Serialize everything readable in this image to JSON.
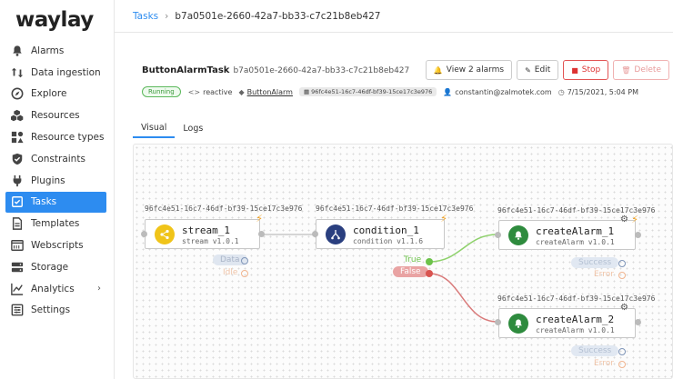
{
  "app": {
    "logo": "waylay"
  },
  "sidebar": {
    "items": [
      {
        "label": "Alarms",
        "icon": "bell-icon"
      },
      {
        "label": "Data ingestion",
        "icon": "arrows-updown-icon"
      },
      {
        "label": "Explore",
        "icon": "compass-icon"
      },
      {
        "label": "Resources",
        "icon": "cubes-icon"
      },
      {
        "label": "Resource types",
        "icon": "shapes-icon"
      },
      {
        "label": "Constraints",
        "icon": "shield-check-icon"
      },
      {
        "label": "Plugins",
        "icon": "plug-icon"
      },
      {
        "label": "Tasks",
        "icon": "tasks-icon",
        "active": true
      },
      {
        "label": "Templates",
        "icon": "template-icon"
      },
      {
        "label": "Webscripts",
        "icon": "webscript-icon"
      },
      {
        "label": "Storage",
        "icon": "storage-icon"
      },
      {
        "label": "Analytics",
        "icon": "analytics-icon",
        "chevron": "›"
      },
      {
        "label": "Settings",
        "icon": "settings-icon"
      }
    ]
  },
  "breadcrumb": {
    "root": "Tasks",
    "separator": "›",
    "current": "b7a0501e-2660-42a7-bb33-c7c21b8eb427"
  },
  "task": {
    "name": "ButtonAlarmTask",
    "id": "b7a0501e-2660-42a7-bb33-c7c21b8eb427",
    "status": "Running",
    "type": "reactive",
    "resource": "ButtonAlarm",
    "resource_id": "96fc4e51-16c7-46df-bf39-15ce17c3e976",
    "user": "constantin@zalmotek.com",
    "created": "7/15/2021, 5:04 PM"
  },
  "actions": {
    "view_alarms": "View 2 alarms",
    "edit": "Edit",
    "stop": "Stop",
    "delete": "Delete"
  },
  "tabs": [
    {
      "label": "Visual",
      "active": true
    },
    {
      "label": "Logs"
    }
  ],
  "colors": {
    "accent": "#2d8cf0",
    "stream": "#f0c419",
    "condition": "#2a3f7f",
    "alarm": "#2e8b3e",
    "true": "#6cc24a",
    "false": "#d9534f"
  },
  "graph": {
    "nodes": [
      {
        "id_label": "96fc4e51-16c7-46df-bf39-15ce17c3e976",
        "name": "stream_1",
        "version": "stream v1.0.1"
      },
      {
        "id_label": "96fc4e51-16c7-46df-bf39-15ce17c3e976",
        "name": "condition_1",
        "version": "condition v1.1.6"
      },
      {
        "id_label": "96fc4e51-16c7-46df-bf39-15ce17c3e976",
        "name": "createAlarm_1",
        "version": "createAlarm v1.0.1"
      },
      {
        "id_label": "96fc4e51-16c7-46df-bf39-15ce17c3e976",
        "name": "createAlarm_2",
        "version": "createAlarm v1.0.1"
      }
    ],
    "stream_states": {
      "data": "Data",
      "idle": "Idle"
    },
    "condition_states": {
      "true": "True",
      "false": "False"
    },
    "alarm1_states": {
      "success": "Success",
      "error": "Error"
    },
    "alarm2_states": {
      "success": "Success",
      "error": "Error"
    }
  }
}
